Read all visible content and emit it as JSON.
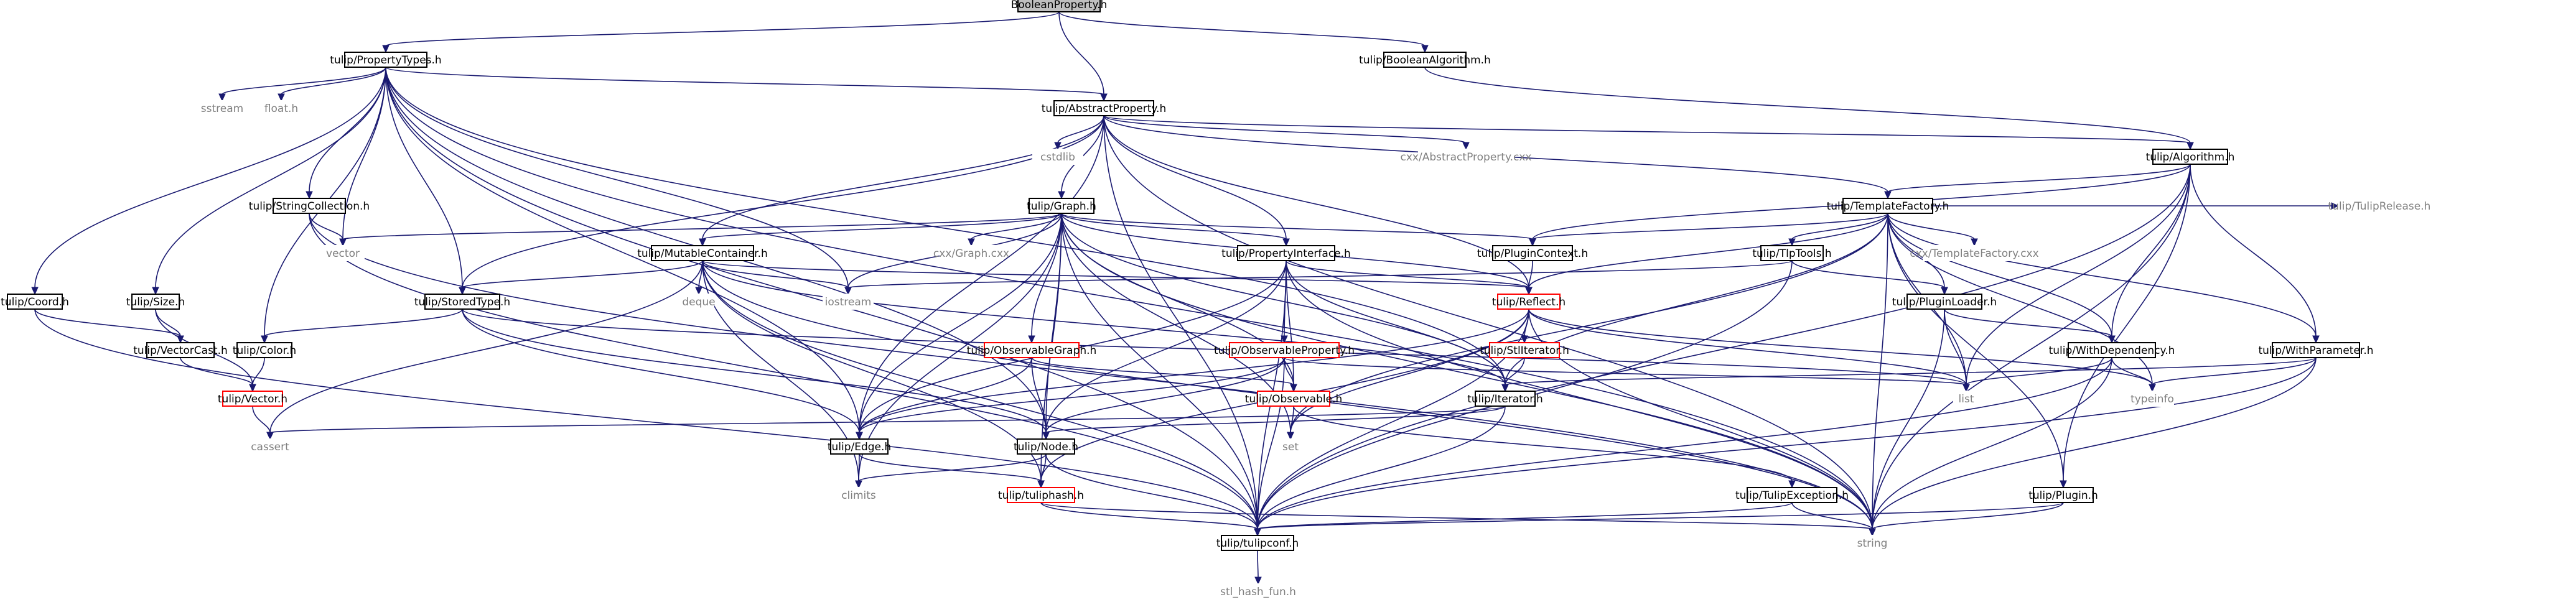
{
  "colors": {
    "edge": "#191970",
    "node_border": "#000000",
    "node_border_red": "#ff0000",
    "root_fill": "#bfbfbf",
    "gray_text": "#7f7f7f"
  },
  "nodes": {
    "bp": "BooleanProperty.h",
    "pt": "tulip/PropertyTypes.h",
    "ba": "tulip/BooleanAlgorithm.h",
    "sstream": "sstream",
    "floath": "float.h",
    "ap": "tulip/AbstractProperty.h",
    "sc": "tulip/StringCollection.h",
    "cstdlib": "cstdlib",
    "cxxap": "cxx/AbstractProperty.cxx",
    "algo": "tulip/Algorithm.h",
    "graph": "tulip/Graph.h",
    "tf": "tulip/TemplateFactory.h",
    "tr": "tulip/TulipRelease.h",
    "vector": "vector",
    "mc": "tulip/MutableContainer.h",
    "cxxgraph": "cxx/Graph.cxx",
    "pi": "tulip/PropertyInterface.h",
    "pc": "tulip/PluginContext.h",
    "tlp": "tulip/TlpTools.h",
    "cxxtf": "cxx/TemplateFactory.cxx",
    "coord": "tulip/Coord.h",
    "size": "tulip/Size.h",
    "st": "tulip/StoredType.h",
    "deque": "deque",
    "iostream": "iostream",
    "reflect": "tulip/Reflect.h",
    "pl": "tulip/PluginLoader.h",
    "vc": "tulip/VectorCast.h",
    "color": "tulip/Color.h",
    "og": "tulip/ObservableGraph.h",
    "op": "tulip/ObservableProperty.h",
    "sti": "tulip/StlIterator.h",
    "wd": "tulip/WithDependency.h",
    "wp": "tulip/WithParameter.h",
    "vec": "tulip/Vector.h",
    "obs": "tulip/Observable.h",
    "iter": "tulip/Iterator.h",
    "list": "list",
    "typeinfo": "typeinfo",
    "cassert": "cassert",
    "edge": "tulip/Edge.h",
    "node": "tulip/Node.h",
    "set": "set",
    "climits": "climits",
    "hash": "tulip/tuliphash.h",
    "te": "tulip/TulipException.h",
    "plugin": "tulip/Plugin.h",
    "conf": "tulip/tulipconf.h",
    "string": "string",
    "stlhash": "stl_hash_fun.h"
  }
}
